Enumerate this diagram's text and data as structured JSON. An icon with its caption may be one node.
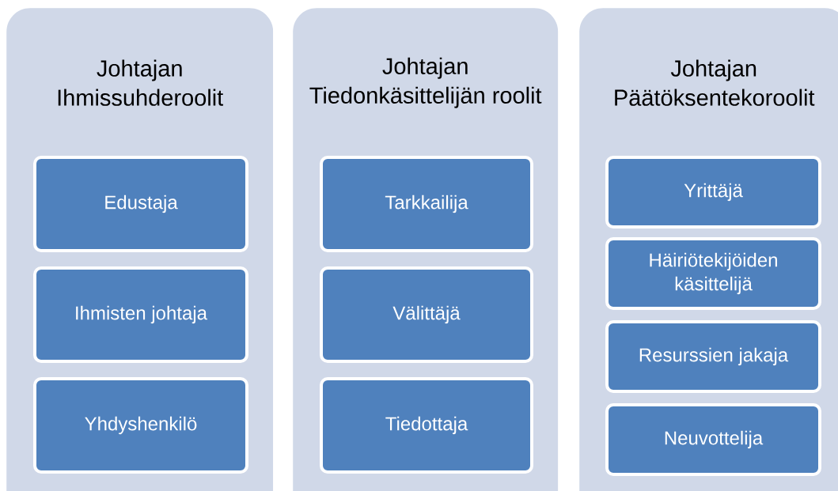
{
  "diagram": {
    "nodes": [
      {
        "text": [
          "Johtajan Ihmissuhderoolit"
        ]
      },
      {
        "text": [
          "Edustaja"
        ],
        "in": 0
      },
      {
        "text": [
          "Ihmisten johtaja"
        ],
        "in": 0
      },
      {
        "text": [
          "Yhdyshenkilö"
        ],
        "in": 0
      },
      {
        "text": [
          "Johtajan Tiedonkäsittelijän roolit"
        ]
      },
      {
        "text": [
          "Tarkkailija"
        ],
        "in": 4
      },
      {
        "text": [
          "Välittäjä"
        ],
        "in": 4
      },
      {
        "text": [
          "Tiedottaja"
        ],
        "in": 4
      },
      {
        "text": [
          "Johtajan Päätöksentekoroolit"
        ]
      },
      {
        "text": [
          "Yrittäjä"
        ],
        "in": 8
      },
      {
        "text": [
          "Häiriötekijöiden käsittelijä"
        ],
        "in": 8
      },
      {
        "text": [
          "Resurssien jakaja"
        ],
        "in": 8
      },
      {
        "text": [
          "Neuvottelija"
        ],
        "in": 8
      }
    ]
  }
}
